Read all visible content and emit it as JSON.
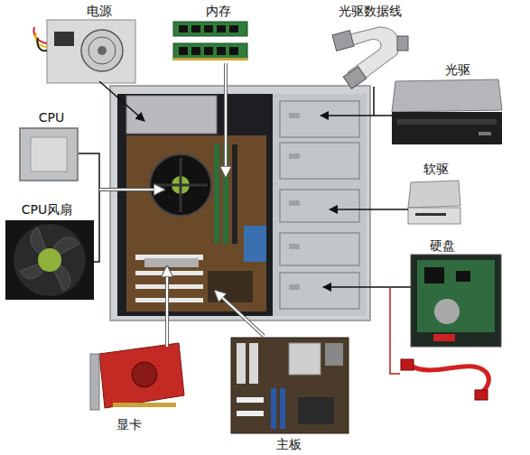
{
  "diagram": {
    "labels": [
      "电源",
      "内存",
      "光驱数据线",
      "光驱",
      "CPU",
      "软驱",
      "CPU风扇",
      "硬盘",
      "显卡",
      "主板"
    ]
  }
}
